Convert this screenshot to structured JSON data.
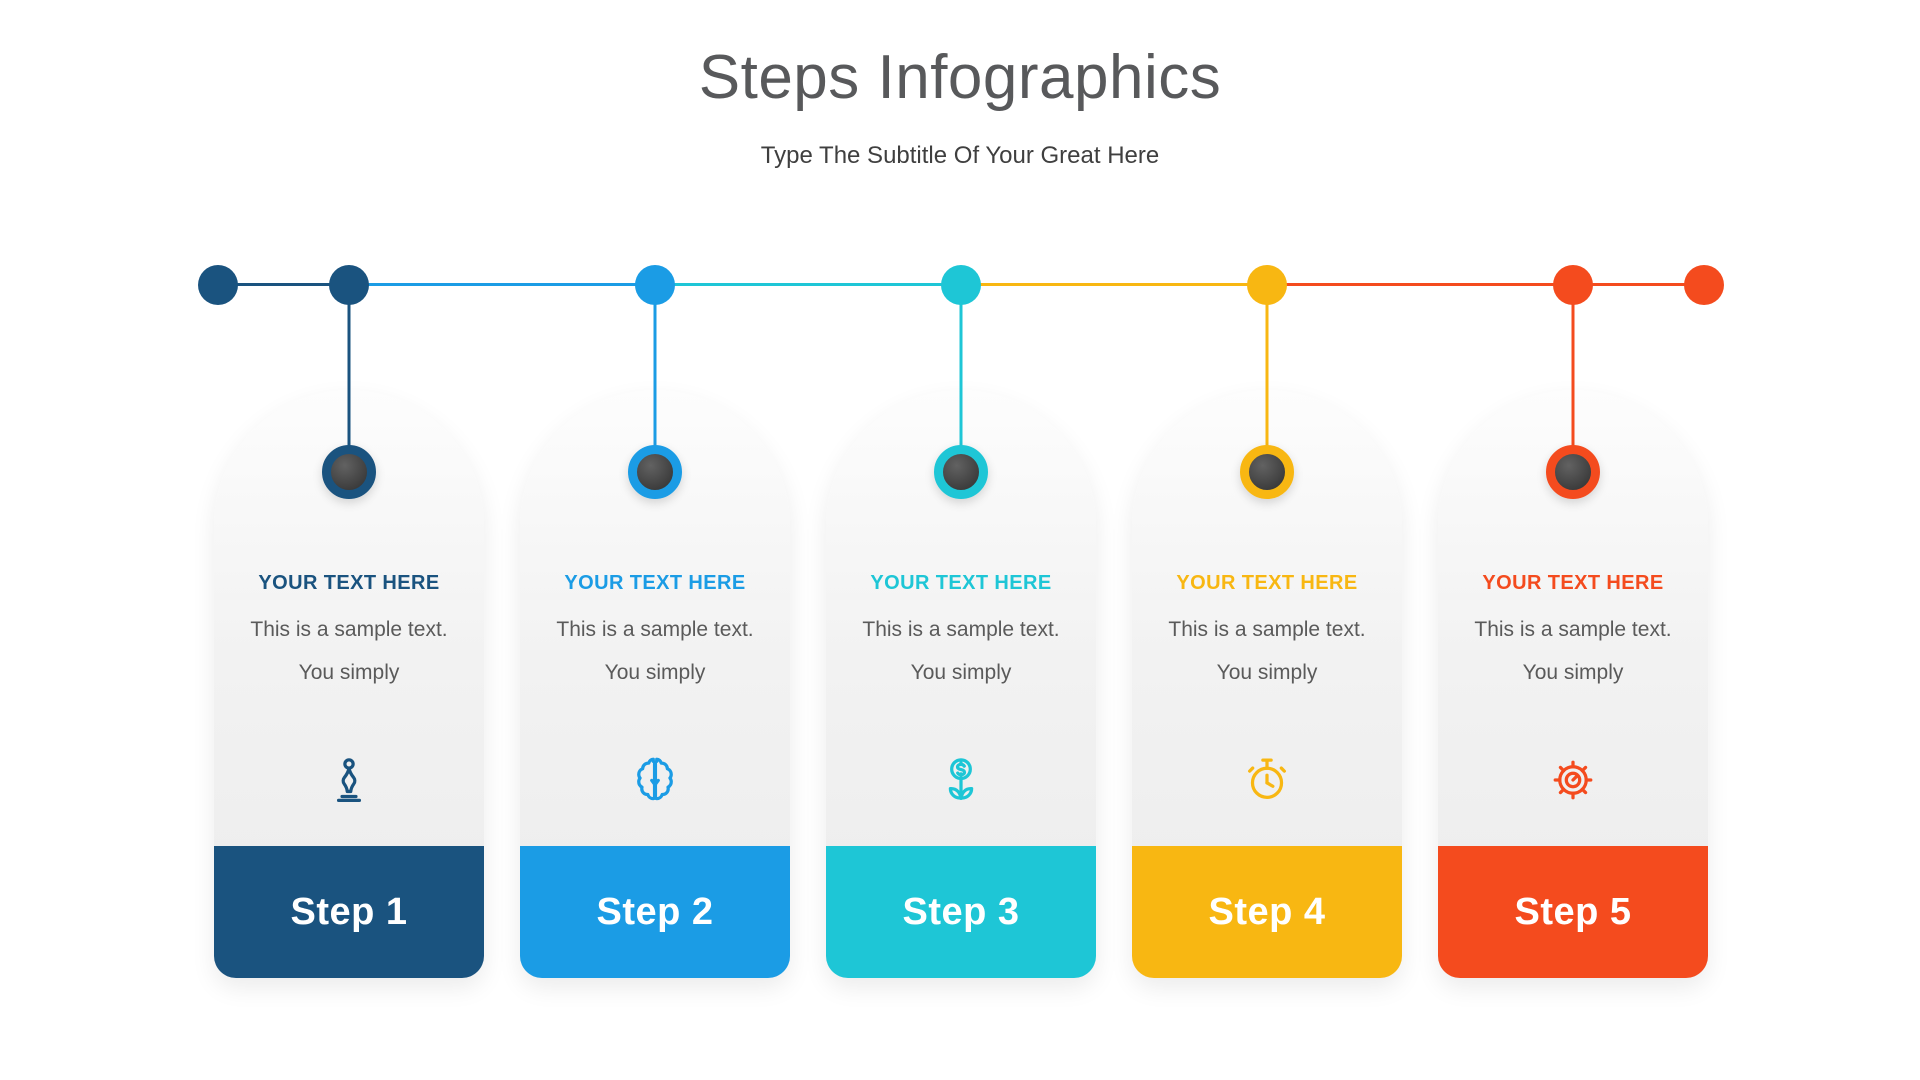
{
  "header": {
    "title": "Steps Infographics",
    "subtitle": "Type The Subtitle Of Your Great Here"
  },
  "steps": [
    {
      "label": "Step 1",
      "heading": "YOUR TEXT HERE",
      "body": "This is a sample text. You simply",
      "color": "#1a537f",
      "icon": "chess-strategy-icon"
    },
    {
      "label": "Step 2",
      "heading": "YOUR TEXT HERE",
      "body": "This is a sample text. You simply",
      "color": "#1b9ce5",
      "icon": "brain-icon"
    },
    {
      "label": "Step 3",
      "heading": "YOUR TEXT HERE",
      "body": "This is a sample text. You simply",
      "color": "#1ec6d6",
      "icon": "money-growth-icon"
    },
    {
      "label": "Step 4",
      "heading": "YOUR TEXT HERE",
      "body": "This is a sample text. You simply",
      "color": "#f8b712",
      "icon": "stopwatch-icon"
    },
    {
      "label": "Step 5",
      "heading": "YOUR TEXT HERE",
      "body": "This is a sample text. You simply",
      "color": "#f44b1e",
      "icon": "gear-gauge-icon"
    }
  ],
  "circle_inner_color": "#424242"
}
